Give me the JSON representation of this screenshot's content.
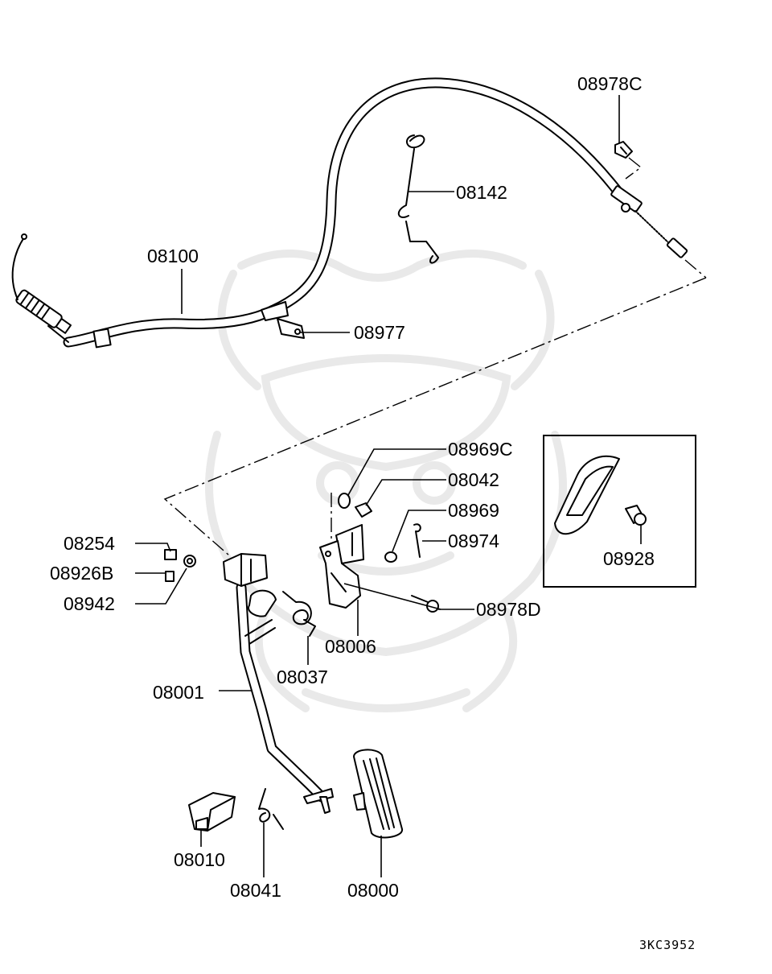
{
  "parts": {
    "p08978C": "08978C",
    "p08142": "08142",
    "p08100": "08100",
    "p08977": "08977",
    "p08969C": "08969C",
    "p08042": "08042",
    "p08969": "08969",
    "p08974": "08974",
    "p08254": "08254",
    "p08926B": "08926B",
    "p08942": "08942",
    "p08978D": "08978D",
    "p08006": "08006",
    "p08037": "08037",
    "p08001": "08001",
    "p08928": "08928",
    "p08010": "08010",
    "p08041": "08041",
    "p08000": "08000"
  },
  "doc_code": "3KC3952",
  "icons": {
    "watermark": "samurai-helmet-watermark",
    "cable": "accelerator-cable",
    "pedal": "accelerator-pedal"
  },
  "colors": {
    "line": "#000000",
    "background": "#ffffff",
    "watermark": "#e9e9e9"
  }
}
